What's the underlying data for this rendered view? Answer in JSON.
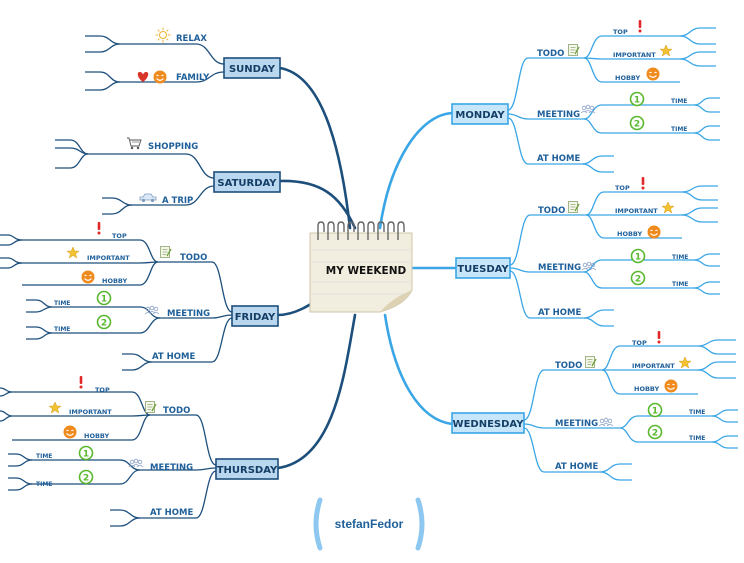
{
  "center": {
    "title": "MY WEEKEND"
  },
  "signature": "stefanFedor",
  "days": {
    "sunday": "SUNDAY",
    "saturday": "SATURDAY",
    "friday": "FRIDAY",
    "thursday": "THURSDAY",
    "monday": "MONDAY",
    "tuesday": "TUESDAY",
    "wednesday": "WEDNESDAY"
  },
  "labels": {
    "relax": "RELAX",
    "family": "FAMILY",
    "shopping": "SHOPPING",
    "trip": "A TRIP",
    "todo": "TODO",
    "meeting": "MEETING",
    "at_home": "AT HOME",
    "top": "TOP",
    "important": "IMPORTANT",
    "hobby": "HOBBY",
    "time": "TIME"
  },
  "markers": {
    "one": "1",
    "two": "2",
    "exclamation": "!"
  },
  "colors": {
    "left_branch": "#1d4f7c",
    "right_branch": "#3aa6e6",
    "day_box_left": "#b9d7ee",
    "day_box_right": "#c7e6fa",
    "label": "#1f5f9a",
    "star": "#f2c233",
    "smiley": "#f08a1c",
    "heart": "#d9362b",
    "exclamation": "#e02828",
    "number_marker": "#59b82e"
  }
}
